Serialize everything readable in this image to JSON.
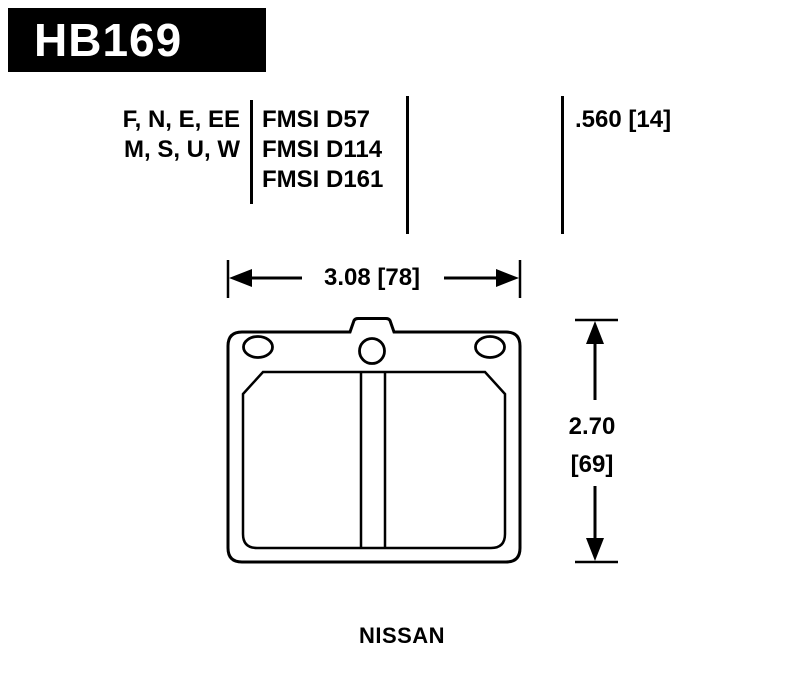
{
  "colors": {
    "ink": "#000000",
    "paper": "#ffffff",
    "banner_bg": "#000000",
    "banner_fg": "#ffffff"
  },
  "header": {
    "part_number": "HB169"
  },
  "spec_table": {
    "compound_codes": [
      "F, N, E, EE",
      "M, S, U, W"
    ],
    "fmsi_numbers": [
      "FMSI D57",
      "FMSI D114",
      "FMSI D161"
    ],
    "pad_thickness": ".560 [14]"
  },
  "dimensions": {
    "width_label": "3.08 [78]",
    "height_value": "2.70",
    "height_bracket": "[69]"
  },
  "application": {
    "vehicle": "NISSAN"
  }
}
